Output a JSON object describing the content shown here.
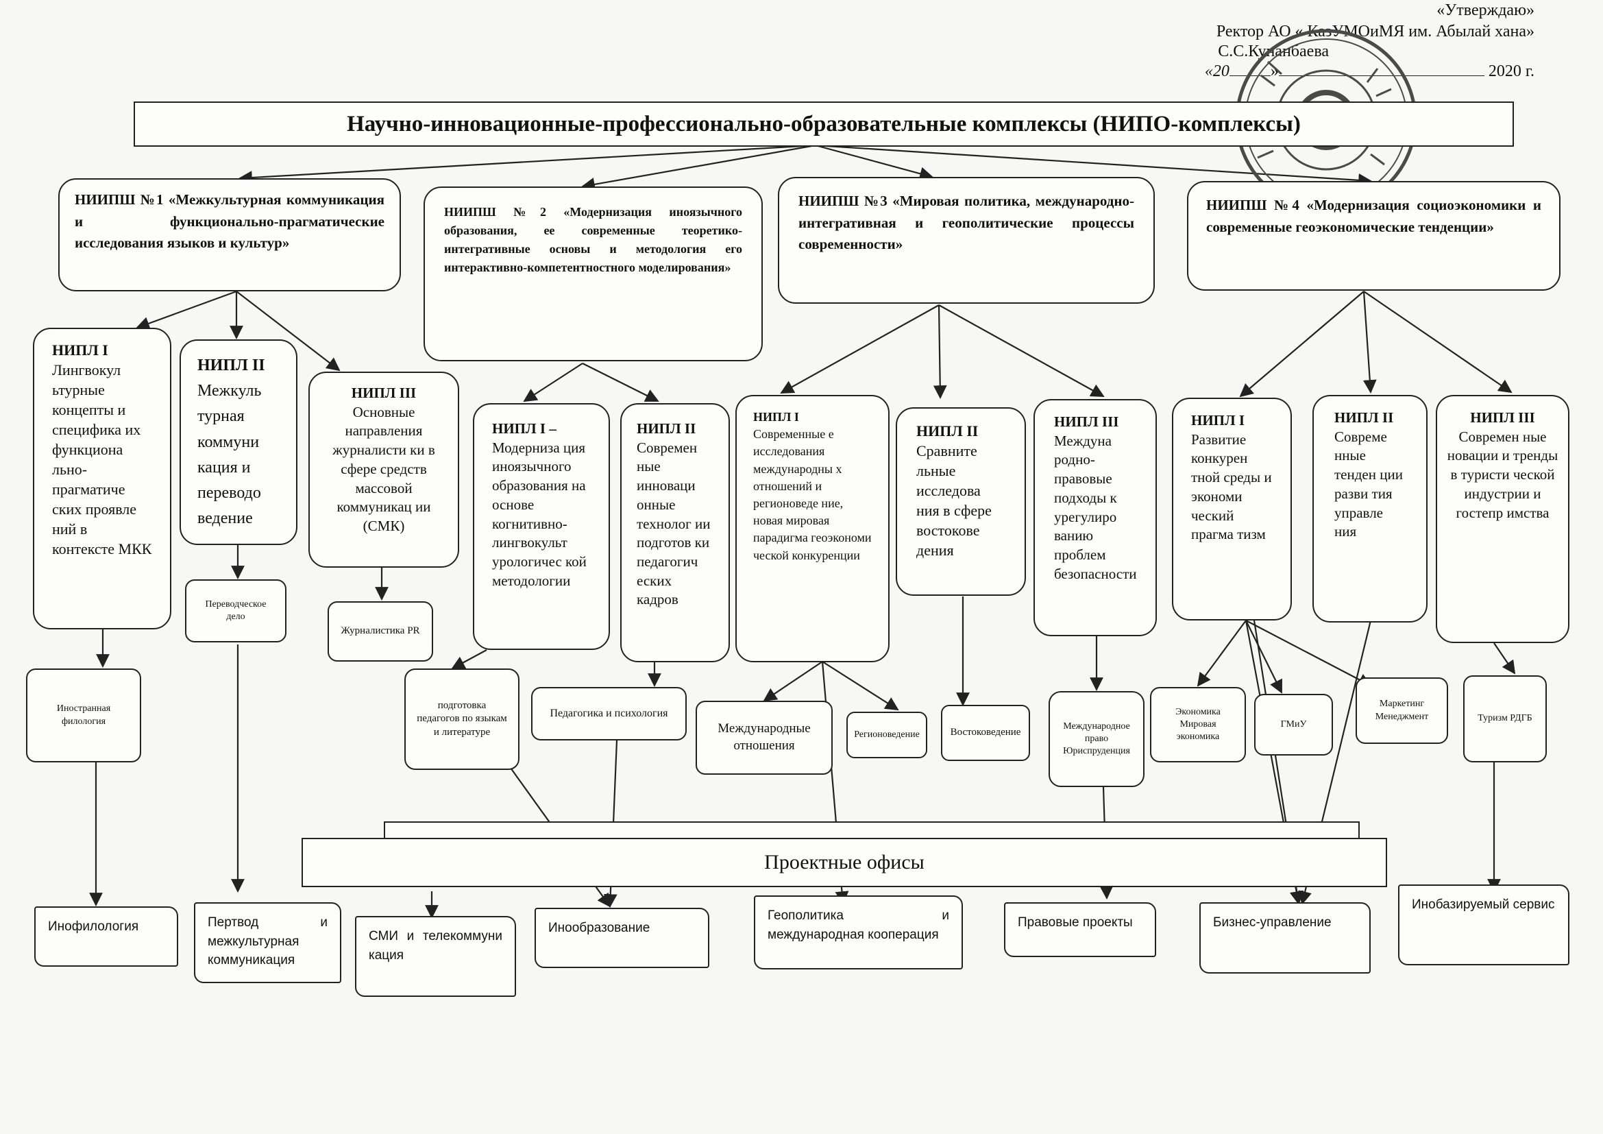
{
  "approval": {
    "line1": "«Утверждаю»",
    "line2": "Ректор АО « КазУМОиМЯ им. Абылай хана»",
    "line3": "С.С.Кунанбаева",
    "line4_day": "«20",
    "line4_mid": "»",
    "line4_year": "2020 г."
  },
  "title": "Научно-инновационные-профессионально-образовательные комплексы (НИПО-комплексы)",
  "schools": [
    "НИИПШ №1 «Межкультурная коммуникация и функционально-прагматические исследования языков и культур»",
    "НИИПШ №2 «Модернизация иноязычного образования, ее современные теоретико-интегративные основы и методология его интерактивно-компетентностного моделирования»",
    "НИИПШ №3 «Мировая политика, международно-интегративная и геополитические процессы современности»",
    "НИИПШ №4 «Модернизация социоэкономики и современные геоэкономические тенденции»"
  ],
  "labs": [
    {
      "name": "НИПЛ I",
      "text": "Лингвокул ьтурные концепты и специфика их функциона льно-прагматиче ских проявле ний в контексте МКК"
    },
    {
      "name": "НИПЛ II",
      "text": "Межкуль турная коммуни кация и переводо ведение"
    },
    {
      "name": "НИПЛ III",
      "text": "Основные направления журналисти ки в сфере средств массовой коммуникац ии (СМК)"
    },
    {
      "name": "НИПЛ I –",
      "text": "Модерниза ция иноязычного образования на основе когнитивно-лингвокульт урологичес кой методологии"
    },
    {
      "name": "НИПЛ II",
      "text": "Современ ные инноваци онные технолог ии подготов ки педагогич еских кадров"
    },
    {
      "name": "НИПЛ I",
      "text": "Современные е исследования международны х отношений и регионоведе ние, новая мировая парадигма геоэкономи ческой конкуренции"
    },
    {
      "name": "НИПЛ II",
      "text": "Сравните льные исследова ния в сфере востокове дения"
    },
    {
      "name": "НИПЛ III",
      "text": "Междуна родно-правовые подходы к урегулиро ванию проблем безопасности"
    },
    {
      "name": "НИПЛ I",
      "text": "Развитие конкурен тной среды и экономи ческий прагма тизм"
    },
    {
      "name": "НИПЛ II",
      "text": "Совреме нные тенден ции разви тия управле ния"
    },
    {
      "name": "НИПЛ III",
      "text": "Современ ные новации и тренды в туристи ческой индустрии и гостепр имства"
    }
  ],
  "programs": [
    "Иностранная филология",
    "Переводческое дело",
    "Журналистика PR",
    "подготовка педагогов по языкам и литературе",
    "Педагогика и психология",
    "Международные отношения",
    "Регионоведение",
    "Востоковедение",
    "Международное право Юриспруденция",
    "Экономика Мировая экономика",
    "ГМиУ",
    "Маркетинг Менеджмент",
    "Туризм РДГБ"
  ],
  "offices_label": "Проектные офисы",
  "offices": [
    "Инофилология",
    "Пертвод и межкультурная коммуникация",
    "СМИ и телекоммуни кация",
    "Инообразование",
    "Геополитика и международная кооперация",
    "Правовые проекты",
    "Бизнес-управление",
    "Инобазируемый сервис"
  ],
  "colors": {
    "ink": "#222222",
    "paper": "#f7f7f5",
    "stamp": "#4a4a4a"
  }
}
